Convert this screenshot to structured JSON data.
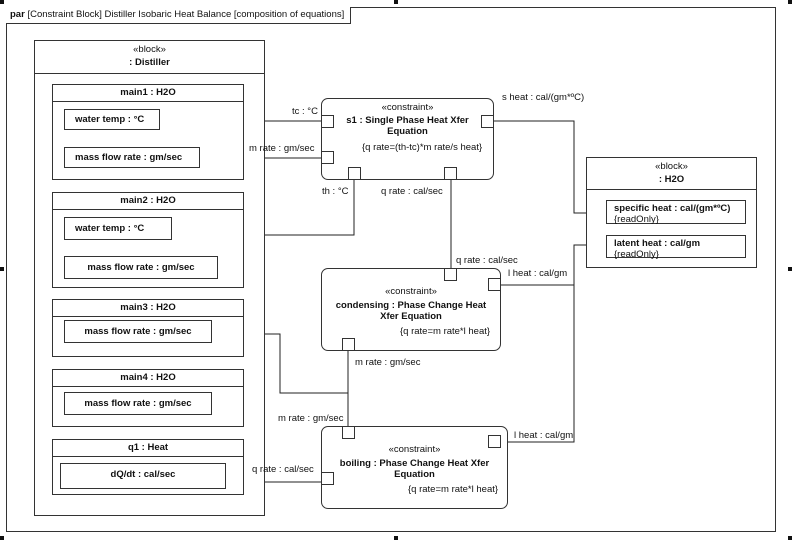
{
  "frame": {
    "kind": "par",
    "title": "[Constraint Block] Distiller Isobaric Heat Balance [composition of equations]"
  },
  "distiller": {
    "stereotype": "«block»",
    "name": ": Distiller",
    "parts": [
      {
        "name": "main1 : H2O",
        "props": [
          "water temp : °C",
          "mass flow rate : gm/sec"
        ]
      },
      {
        "name": "main2 : H2O",
        "props": [
          "water temp : °C",
          "mass flow rate : gm/sec"
        ]
      },
      {
        "name": "main3 : H2O",
        "props": [
          "mass flow rate : gm/sec"
        ]
      },
      {
        "name": "main4 : H2O",
        "props": [
          "mass flow rate : gm/sec"
        ]
      },
      {
        "name": "q1 : Heat",
        "props": [
          "dQ/dt : cal/sec"
        ]
      }
    ]
  },
  "h2o": {
    "stereotype": "«block»",
    "name": ": H2O",
    "props": [
      {
        "name": "specific heat : cal/(gm*ºC)",
        "modifier": "{readOnly}"
      },
      {
        "name": "latent heat : cal/gm",
        "modifier": "{readOnly}"
      }
    ]
  },
  "constraints": [
    {
      "stereotype": "«constraint»",
      "name_line1": "s1 : Single Phase Heat Xfer",
      "name_line2": "Equation",
      "equation": "{q rate=(th-tc)*m rate/s heat}"
    },
    {
      "stereotype": "«constraint»",
      "name_line1": "condensing : Phase Change Heat",
      "name_line2": "Xfer Equation",
      "equation": "{q rate=m rate*l heat}"
    },
    {
      "stereotype": "«constraint»",
      "name_line1": "boiling : Phase Change Heat Xfer",
      "name_line2": "Equation",
      "equation": "{q rate=m rate*l heat}"
    }
  ],
  "param_labels": {
    "tc": "tc : °C",
    "m_rate_s1": "m rate : gm/sec",
    "th": "th : °C",
    "q_rate_s1": "q rate : cal/sec",
    "s_heat": "s heat : cal/(gm*ºC)",
    "q_rate_cond": "q rate : cal/sec",
    "l_heat_cond": "l heat : cal/gm",
    "m_rate_cond": "m rate : gm/sec",
    "m_rate_boil": "m rate : gm/sec",
    "l_heat_boil": "l heat : cal/gm",
    "q_rate_boil": "q rate : cal/sec"
  }
}
